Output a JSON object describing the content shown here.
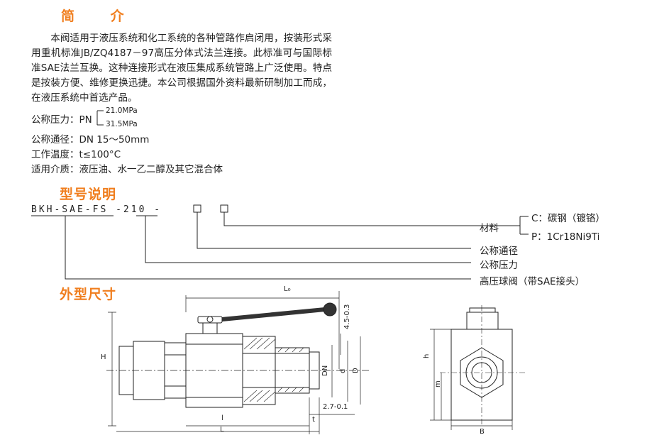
{
  "intro": {
    "heading": "简  介",
    "paragraph": "本阀适用于液压系统和化工系统的各种管路作启闭用，按装形式采用重机标准JB/ZQ4187－97高压分体式法兰连接。此标准可与国际标准SAE法兰互换。这种连接形式在液压集成系统管路上广泛使用。特点是按装方便、维修更换迅捷。本公司根据国外资料最新研制加工而成，在液压系统中首选产品。"
  },
  "specs": {
    "pressure_label": "公称压力：PN",
    "pressure_options": [
      "21.0MPa",
      "31.5MPa"
    ],
    "diameter": "公称通径：DN 15～50mm",
    "temperature": "工作温度：t≤100°C",
    "medium": "适用介质：液压油、水一乙二醇及其它混合体"
  },
  "model": {
    "heading": "型号说明",
    "code": "BKH-SAE-FS -210 -",
    "material_label": "材料",
    "material_c": "C：碳钢（镀铬）",
    "material_p": "P：1Cr18Ni9Ti",
    "nominal_diameter": "公称通径",
    "nominal_pressure": "公称压力",
    "product_name": "高压球阀（带SAE接头）"
  },
  "dimensions": {
    "heading": "外型尺寸",
    "labels": {
      "L0": "L₀",
      "H": "H",
      "offset": "4.5",
      "offset_tol": "-0.3",
      "DN": "DN",
      "d": "d",
      "D": "D",
      "gap": "2.7",
      "gap_tol": "-0.1",
      "t": "t",
      "l": "l",
      "L": "L",
      "h": "h",
      "m": "m",
      "B": "B"
    }
  }
}
